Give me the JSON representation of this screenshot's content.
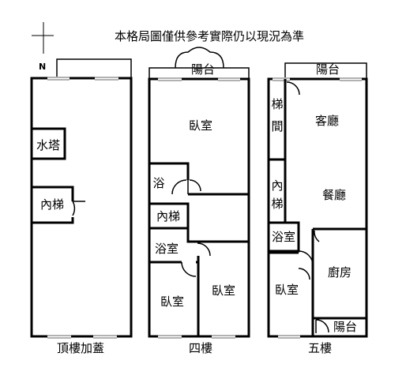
{
  "title": "本格局圖僅供參考實際仍以現況為準",
  "compass": {
    "north_label": "N"
  },
  "floors": [
    {
      "caption": "頂樓加蓋",
      "rooms": {
        "water_tower": "水塔",
        "inner_stair": "內梯"
      }
    },
    {
      "caption": "四樓",
      "rooms": {
        "balcony": "陽台",
        "bedroom_main": "臥室",
        "bath_upper": "浴",
        "inner_stair": "內梯",
        "bath_lower": "浴室",
        "bedroom_left": "臥室",
        "bedroom_right": "臥室"
      }
    },
    {
      "caption": "五樓",
      "rooms": {
        "balcony_front": "陽台",
        "stairwell": "梯間",
        "living_room": "客廳",
        "inner_stair": "內梯",
        "dining_room": "餐廳",
        "bathroom": "浴室",
        "kitchen": "廚房",
        "bedroom": "臥室",
        "balcony_back": "陽台"
      }
    }
  ]
}
